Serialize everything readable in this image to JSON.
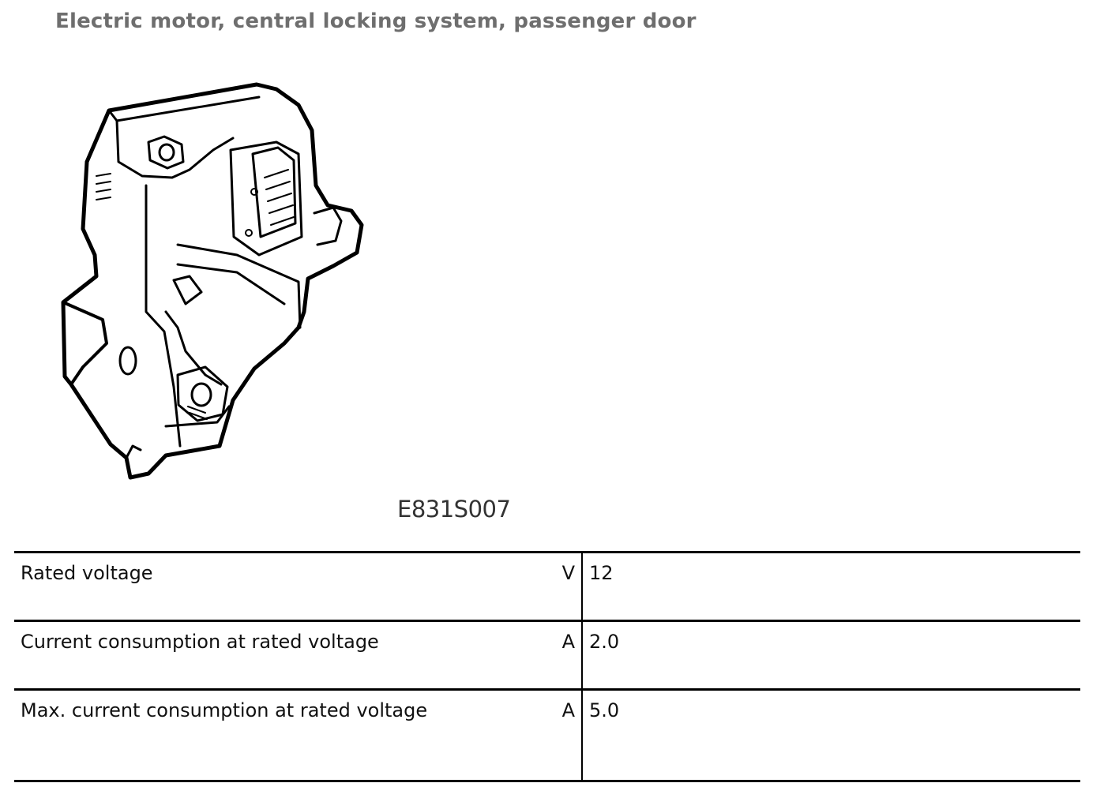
{
  "document": {
    "title": "Electric motor, central locking system, passenger door",
    "figure": {
      "code": "E831S007",
      "icon": "door-lock-motor-illustration"
    },
    "specifications": [
      {
        "label": "Rated voltage",
        "unit": "V",
        "value": "12"
      },
      {
        "label": "Current consumption at rated voltage",
        "unit": "A",
        "value": "2.0"
      },
      {
        "label": "Max. current consumption at rated voltage",
        "unit": "A",
        "value": "5.0"
      }
    ]
  }
}
